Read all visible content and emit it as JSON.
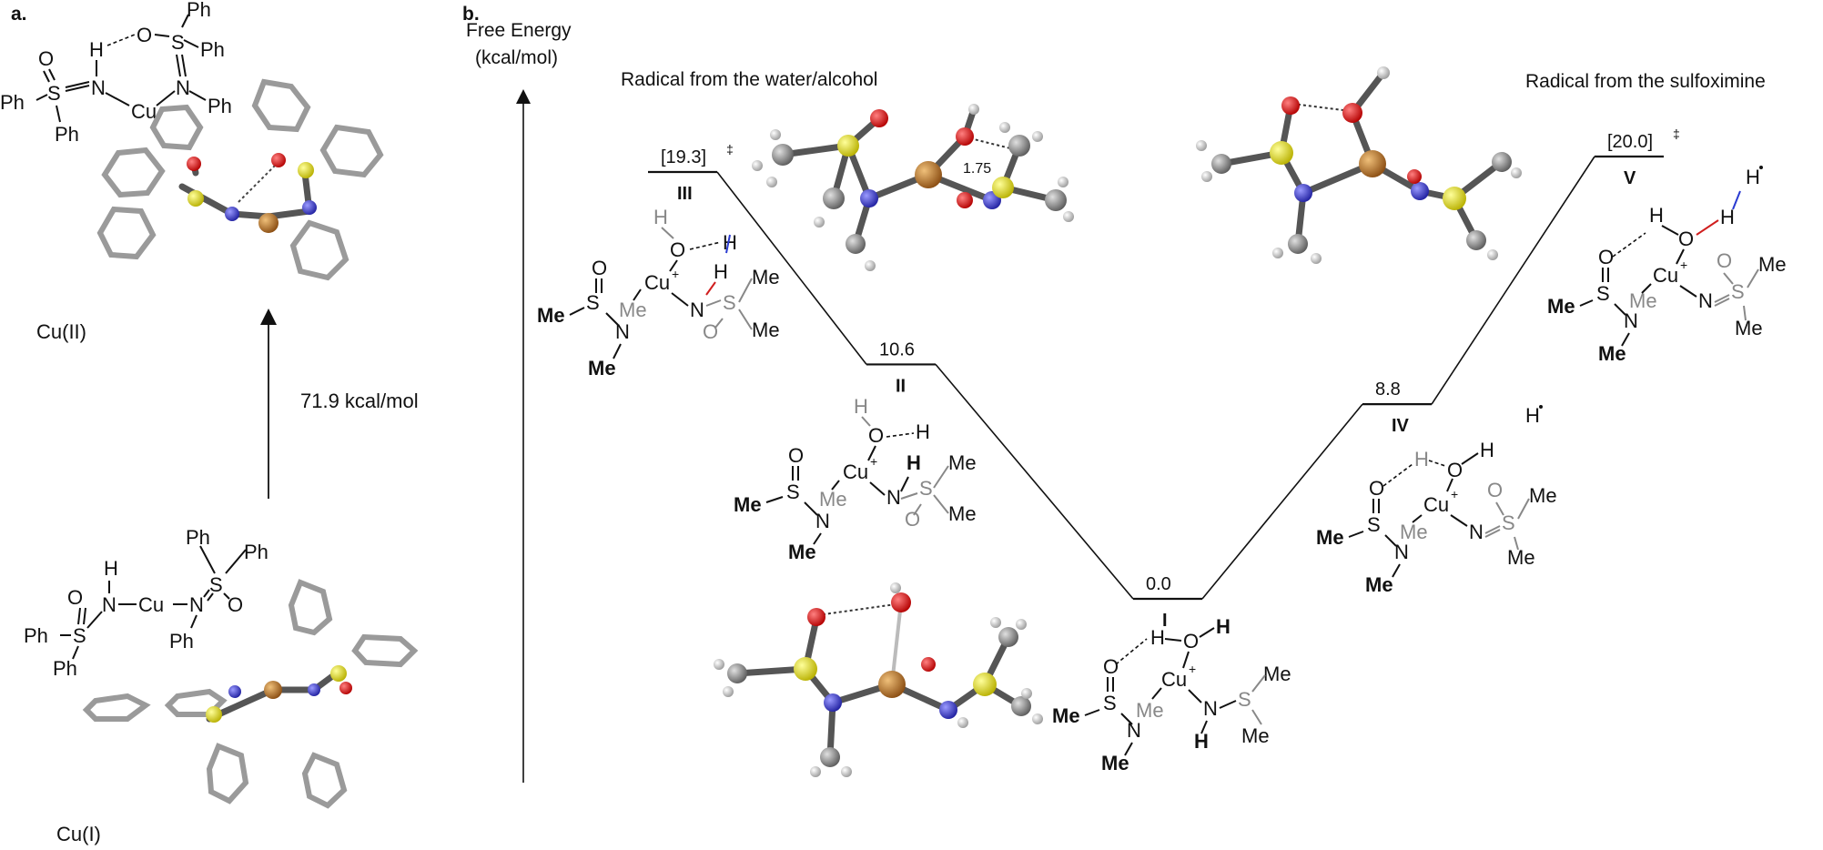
{
  "panel_a": {
    "label": "a.",
    "cu2_label": "Cu(II)",
    "cu1_label": "Cu(I)",
    "energy_label": "71.9 kcal/mol",
    "cu2_struct": {
      "Ph_tr1": "Ph",
      "Ph_tr2": "Ph",
      "O_top": "O",
      "S_top": "S",
      "H": "H",
      "O_left": "O",
      "S_left": "S",
      "N_left": "N",
      "Cu": "Cu",
      "N_right": "N",
      "Ph_right": "Ph",
      "Ph_left": "Ph",
      "Ph_bottom": "Ph"
    },
    "cu1_struct": {
      "Ph_t1": "Ph",
      "Ph_t2": "Ph",
      "H": "H",
      "O_left": "O",
      "N_left": "N",
      "Cu": "Cu",
      "N_right": "N",
      "S_right": "S",
      "O_right": "O",
      "Ph_left": "Ph",
      "S_left": "S",
      "Ph_bottom": "Ph",
      "Ph_nr": "Ph"
    }
  },
  "panel_b": {
    "label": "b.",
    "axis_label_line1": "Free Energy",
    "axis_label_line2": "(kcal/mol)",
    "header_left": "Radical from the water/alcohol",
    "header_right": "Radical from the sulfoximine",
    "bond_distance": "1.75",
    "hdot1": "H",
    "hdot2": "H"
  },
  "chart_data": {
    "type": "line",
    "title": "",
    "ylabel": "Free Energy (kcal/mol)",
    "points": [
      {
        "id": "III",
        "energy": 19.3,
        "value_label": "[19.3]",
        "ts": "‡"
      },
      {
        "id": "II",
        "energy": 10.6,
        "value_label": "10.6",
        "ts": ""
      },
      {
        "id": "I",
        "energy": 0.0,
        "value_label": "0.0",
        "ts": ""
      },
      {
        "id": "IV",
        "energy": 8.8,
        "value_label": "8.8",
        "ts": ""
      },
      {
        "id": "V",
        "energy": 20.0,
        "value_label": "[20.0]",
        "ts": "‡"
      }
    ]
  },
  "struct_III": {
    "H_top": "H",
    "O": "O",
    "H_rt": "H",
    "O_sulf": "O",
    "Cu": "Cu",
    "plus": "+",
    "H_nh": "H",
    "Me_r1": "Me",
    "Me_left": "Me",
    "S": "S",
    "Me_grey": "Me",
    "N": "N",
    "S_r": "S",
    "Me_r2": "Me",
    "O_r": "O",
    "N_b": "N",
    "Me_b": "Me"
  },
  "struct_II": {
    "H_top": "H",
    "O": "O",
    "H_rt": "H",
    "O_sulf": "O",
    "Cu": "Cu",
    "plus": "+",
    "H_n": "H",
    "Me_r1": "Me",
    "Me_left": "Me",
    "S": "S",
    "Me_grey": "Me",
    "N": "N",
    "S_r": "S",
    "Me_r2": "Me",
    "O_r": "O",
    "N_b": "N",
    "Me_b": "Me"
  },
  "struct_I": {
    "H_l": "H",
    "O": "O",
    "H_r": "H",
    "O_sulf": "O",
    "Cu": "Cu",
    "plus": "+",
    "S_r": "S",
    "Me_r1": "Me",
    "Me_left": "Me",
    "S": "S",
    "Me_grey": "Me",
    "N": "N",
    "Me_r2": "Me",
    "N_b": "N",
    "H_b": "H",
    "Me_b": "Me"
  },
  "struct_IV": {
    "H_mid": "H",
    "O": "O",
    "H_r": "H",
    "O_sulf": "O",
    "O_r": "O",
    "Cu": "Cu",
    "plus": "+",
    "Me_r1": "Me",
    "Me_left": "Me",
    "S": "S",
    "Me_grey": "Me",
    "N": "N",
    "S_r": "S",
    "Me_r2": "Me",
    "N_b": "N",
    "Me_b": "Me"
  },
  "struct_V": {
    "H_top": "H",
    "H_l": "H",
    "H_r": "H",
    "O": "O",
    "O_sulf": "O",
    "O_r": "O",
    "Cu": "Cu",
    "plus": "+",
    "Me_r1": "Me",
    "Me_left": "Me",
    "S": "S",
    "Me_grey": "Me",
    "N": "N",
    "S_r": "S",
    "Me_r2": "Me",
    "N_b": "N",
    "Me_b": "Me"
  }
}
